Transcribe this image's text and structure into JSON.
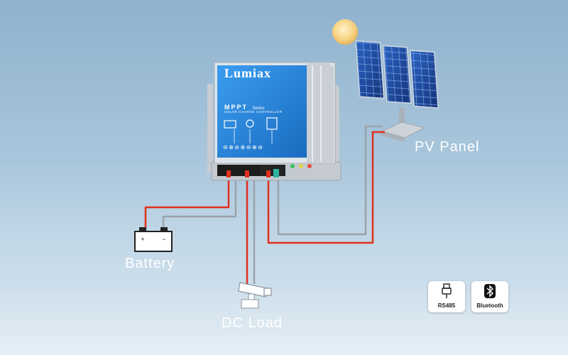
{
  "controller": {
    "brand": "Lumiax",
    "series": "MPPT",
    "series_suffix": "Series",
    "subtitle": "SOLAR CHARGE CONTROLLER",
    "terminal_signs": [
      "⊖",
      "⊕",
      "⊖",
      "⊕",
      "⊖",
      "⊕",
      "⊖"
    ]
  },
  "labels": {
    "pv_panel": "PV Panel",
    "battery": "Battery",
    "dc_load": "DC Load"
  },
  "badges": [
    {
      "name": "rs485",
      "label": "RS485",
      "icon": "usb-plug-icon"
    },
    {
      "name": "bluetooth",
      "label": "Bluetooth",
      "icon": "bluetooth-icon"
    }
  ],
  "colors": {
    "positive_wire": "#e0301e",
    "negative_wire": "#9aa3aa",
    "controller_blue": "#1f7fd1"
  }
}
